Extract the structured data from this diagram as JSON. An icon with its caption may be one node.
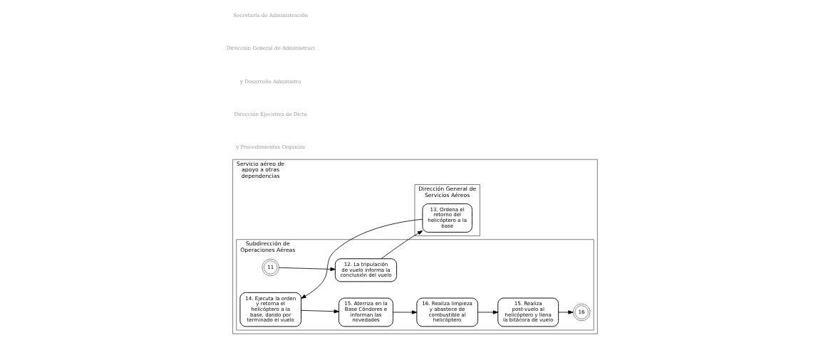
{
  "diagram": {
    "nodes": [
      {
        "text": [
          "Servicio aéreo de apoyo a otras dependencias"
        ]
      },
      {
        "text": [
          "Subdirección de Operaciones Aéreas"
        ],
        "in": 0
      },
      {
        "text": [
          "Dirección General de Servicios Aéreos"
        ],
        "in": 0
      },
      {
        "text": [
          "11"
        ],
        "in": 1
      },
      {
        "text": [
          "12. La tripulación de vuelo informa la conclusión del vuelo"
        ],
        "in": 1
      },
      {
        "text": [
          "13. Ordena el retorno del helicóptero a la base"
        ],
        "in": 2
      },
      {
        "text": [
          "14. Ejecuta la orden y retorna el helicóptero a la base, dando por terminado el vuelo"
        ],
        "in": 1
      },
      {
        "text": [
          "15. Aterriza en la Base Cóndores e informan las novedades"
        ],
        "in": 1
      },
      {
        "text": [
          "16. Realiza limpieza y abastece de combustible al helicóptero"
        ],
        "in": 1
      },
      {
        "text": [
          "15. Realiza post-vuelo al helicóptero y llena la bitácora de vuelo"
        ],
        "in": 1
      },
      {
        "text": [
          "16"
        ],
        "in": 1
      }
    ],
    "edges": [
      {
        "from": 3,
        "to": 4,
        "arrow": "to"
      },
      {
        "from": 4,
        "to": 5,
        "arrow": "to"
      },
      {
        "from": 5,
        "to": 6,
        "arrow": "to"
      },
      {
        "from": 6,
        "to": 7,
        "arrow": "to"
      },
      {
        "from": 7,
        "to": 8,
        "arrow": "to"
      },
      {
        "from": 8,
        "to": 9,
        "arrow": "to"
      },
      {
        "from": 9,
        "to": 10,
        "arrow": "to"
      }
    ],
    "labels": [
      "Secretaría de Administración",
      "Dirección General de Administraci",
      "y Desarrollo Administra",
      "Dirección Ejecutiva de Dicta",
      "y Procedimientos Organiza"
    ]
  }
}
